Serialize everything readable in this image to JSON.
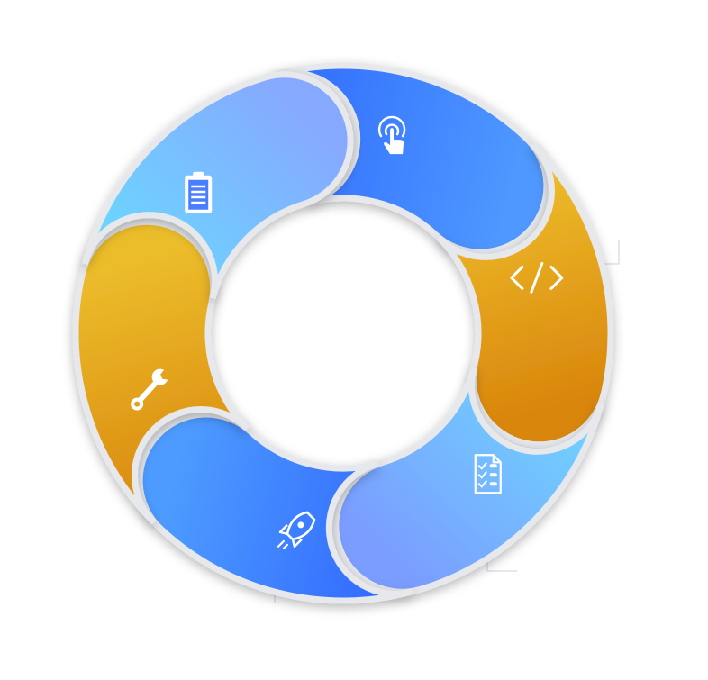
{
  "diagram": {
    "type": "cycle",
    "segments": [
      {
        "id": "touch",
        "icon": "touch-icon",
        "color_from": "#2f6bff",
        "color_to": "#4f98ff"
      },
      {
        "id": "code",
        "icon": "code-icon",
        "color_from": "#f0c22e",
        "color_to": "#d9860c"
      },
      {
        "id": "testing",
        "icon": "checklist-icon",
        "color_from": "#6ed8ff",
        "color_to": "#7a9dff"
      },
      {
        "id": "launch",
        "icon": "rocket-icon",
        "color_from": "#2f64ff",
        "color_to": "#4d9bff"
      },
      {
        "id": "maintain",
        "icon": "wrench-icon",
        "color_from": "#d9860c",
        "color_to": "#ecbd2c"
      },
      {
        "id": "plan",
        "icon": "clipboard-icon",
        "color_from": "#67dcff",
        "color_to": "#86a9ff"
      }
    ],
    "connector_color": "#d6d9df"
  }
}
